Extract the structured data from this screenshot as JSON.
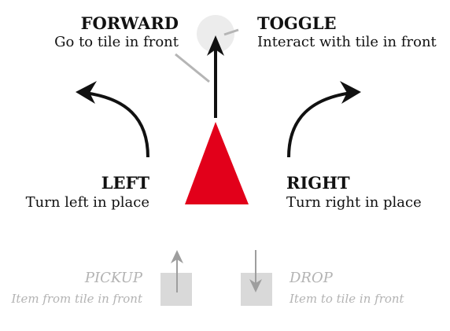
{
  "actions": {
    "forward": {
      "title": "FORWARD",
      "desc": "Go to tile in front"
    },
    "toggle": {
      "title": "TOGGLE",
      "desc": "Interact with tile in front"
    },
    "left": {
      "title": "LEFT",
      "desc": "Turn left in place"
    },
    "right": {
      "title": "RIGHT",
      "desc": "Turn right in place"
    },
    "pickup": {
      "title": "PICKUP",
      "desc": "Item from tile in front"
    },
    "drop": {
      "title": "DROP",
      "desc": "Item to tile in front"
    }
  },
  "colors": {
    "agent": "#e2001a",
    "arrow": "#111111",
    "ghost": "#b3b3b3",
    "tile": "#d9d9d9",
    "toggle_circle": "#ececec",
    "toggle_line": "#b5b5b5"
  }
}
